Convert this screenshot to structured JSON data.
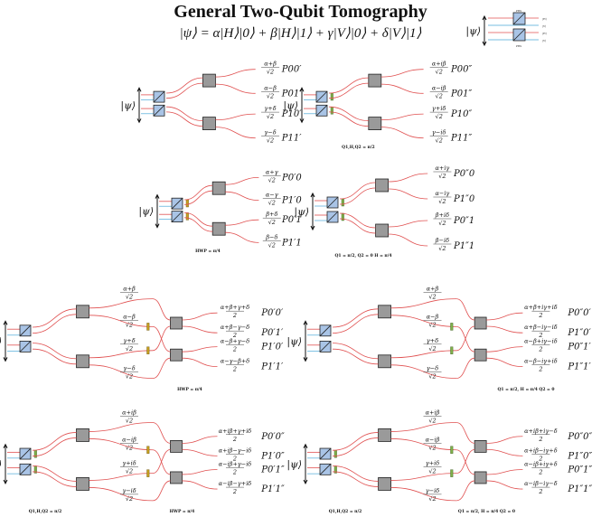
{
  "title": "General Two-Qubit Tomography",
  "equation": "|ψ⟩ = α|H⟩|0⟩ + β|H⟩|1⟩ + γ|V⟩|0⟩ + δ|V⟩|1⟩",
  "psi": "|ψ⟩",
  "legend": {
    "pbs": "PBS",
    "bs": "BS",
    "h": "|H⟩",
    "v": "|V⟩"
  },
  "panels": [
    {
      "amps": [
        "α+β over √2",
        "α−β over √2",
        "γ+δ over √2",
        "γ−δ over √2"
      ],
      "probs": [
        "P00′",
        "P01′",
        "P10′",
        "P11′"
      ],
      "caption": ""
    },
    {
      "amps": [
        "α+iβ over √2",
        "α−iβ over √2",
        "γ+iδ over √2",
        "γ−iδ over √2"
      ],
      "probs": [
        "P00″",
        "P01″",
        "P10″",
        "P11″"
      ],
      "caption": "Q1,H,Q2 = π/2"
    },
    {
      "amps": [
        "α+γ over √2",
        "α−γ over √2",
        "β+δ over √2",
        "β−δ over √2"
      ],
      "probs": [
        "P0′0",
        "P1′0",
        "P0′1",
        "P1′1"
      ],
      "caption": "HWP = π/4"
    },
    {
      "amps": [
        "α+iγ over √2",
        "α−iγ over √2",
        "β+iδ over √2",
        "β−iδ over √2"
      ],
      "probs": [
        "P0″0",
        "P1″0",
        "P0″1",
        "P1″1"
      ],
      "caption": "Q1 = π/2, Q2 = 0 H = π/4"
    },
    {
      "amps": [
        "α+β over √2",
        "α−β over √2",
        "γ+δ over √2",
        "γ−δ over √2"
      ],
      "outs": [
        "α+β+γ+δ over 2",
        "α+β−γ−δ over 2",
        "α−β+γ−δ over 2",
        "α−γ−β+δ over 2"
      ],
      "probs": [
        "P0′0′",
        "P0′1′",
        "P1′0′",
        "P1′1′"
      ],
      "caption": "HWP = π/4"
    },
    {
      "amps": [
        "α+β over √2",
        "α−β over √2",
        "γ+δ over √2",
        "γ−δ over √2"
      ],
      "outs": [
        "α+β+iγ+iδ over 2",
        "α+β−iγ−iδ over 2",
        "α−β+iγ−iδ over 2",
        "α−β−iγ+iδ over 2"
      ],
      "probs": [
        "P0″0′",
        "P1″0′",
        "P0″1′",
        "P1″1′"
      ],
      "caption": "Q1 = π/2, H = π/4 Q2 = 0"
    },
    {
      "amps": [
        "α+iβ over √2",
        "α−iβ over √2",
        "γ+iδ over √2",
        "γ−iδ over √2"
      ],
      "outs": [
        "α+iβ+γ+iδ over 2",
        "α+iβ−γ−iδ over 2",
        "α−iβ+γ−iδ over 2",
        "α−iβ−γ+iδ over 2"
      ],
      "probs": [
        "P0′0″",
        "P1′0″",
        "P0′1″",
        "P1′1″"
      ],
      "caption": "Q1,H,Q2 = π/2",
      "caption2": "HWP = π/4"
    },
    {
      "amps": [
        "α+iβ over √2",
        "α−iβ over √2",
        "γ+iδ over √2",
        "γ−iδ over √2"
      ],
      "outs": [
        "α+iβ+iγ−δ over 2",
        "α+iβ−iγ+δ over 2",
        "α−iβ+iγ+δ over 2",
        "α−iβ−iγ−δ over 2"
      ],
      "probs": [
        "P0″0″",
        "P1″0″",
        "P0″1″",
        "P1″1″"
      ],
      "caption": "Q1,H,Q2 = π/2",
      "caption2": "Q1 = π/2, H = π/4 Q2 = 0"
    }
  ]
}
